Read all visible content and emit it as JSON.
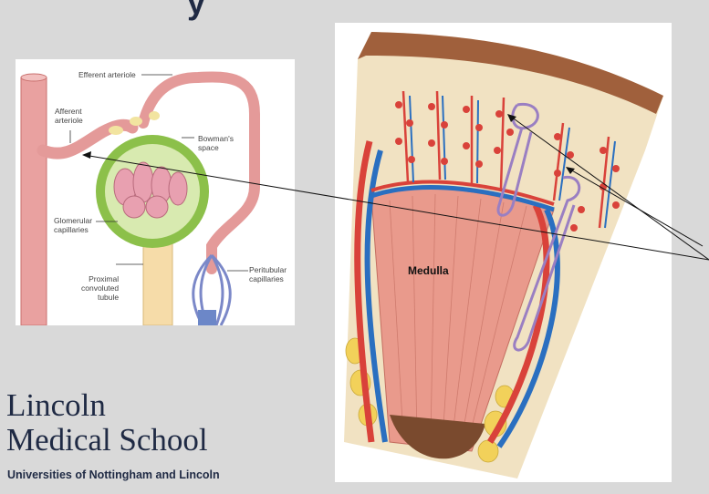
{
  "slide": {
    "title_fragment": "y"
  },
  "nephron_diagram": {
    "labels": {
      "efferent_arteriole": "Efferent arteriole",
      "afferent_arteriole": "Afferent\narteriole",
      "bowmans_space": "Bowman's\nspace",
      "glomerular_capillaries": "Glomerular\ncapillaries",
      "proximal_tubule": "Proximal\nconvoluted\ntubule",
      "peritubular_capillaries": "Peritubular\ncapillaries"
    }
  },
  "kidney_section": {
    "label": "Medulla"
  },
  "logo": {
    "line1": "Lincoln",
    "line2": "Medical School",
    "subtitle": "Universities of Nottingham and Lincoln"
  },
  "colors": {
    "background": "#d9d9d9",
    "navy": "#1f2a44",
    "artery_red": "#d9423a",
    "vein_blue": "#2a6fc0",
    "nephron_purple": "#9a7fc2",
    "vessel_pink": "#e89a9a"
  }
}
